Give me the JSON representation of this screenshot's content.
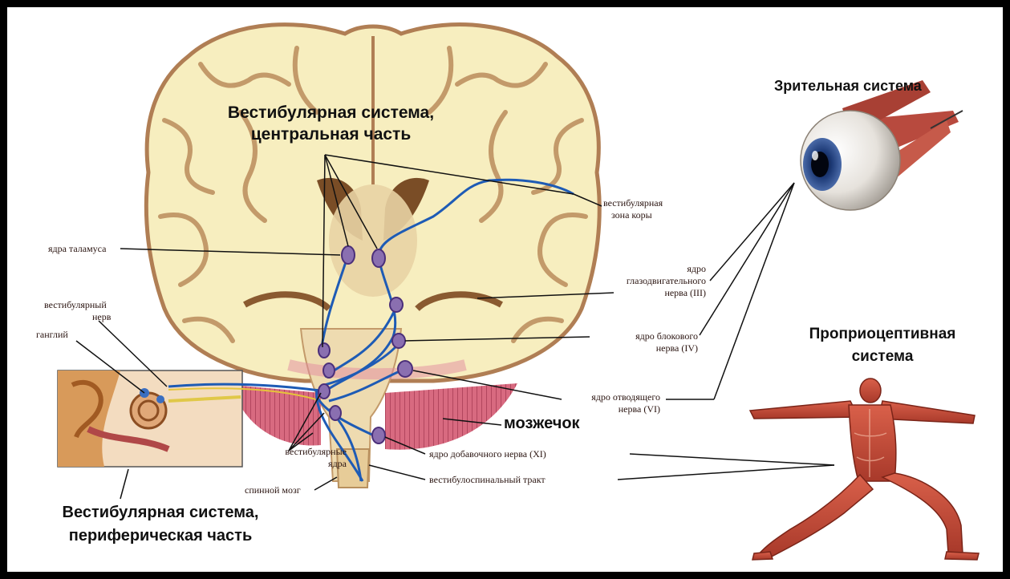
{
  "titles": {
    "vestibular_central_1": "Вестибулярная система,",
    "vestibular_central_2": "центральная часть",
    "visual_system": "Зрительная система",
    "proprio_1": "Проприоцептивная",
    "proprio_2": "система",
    "cerebellum": "мозжечок",
    "vestibular_peripheral_1": "Вестибулярная система,",
    "vestibular_peripheral_2": "периферическая часть"
  },
  "labels": {
    "cortex_zone_1": "вестибулярная",
    "cortex_zone_2": "зона коры",
    "thalamus_nuclei": "ядра таламуса",
    "oculomotor_1": "ядро",
    "oculomotor_2": "глазодвигательного",
    "oculomotor_3": "нерва (III)",
    "vestibular_nerve_1": "вестибулярный",
    "vestibular_nerve_2": "нерв",
    "ganglion": "ганглий",
    "trochlear_1": "ядро блокового",
    "trochlear_2": "нерва (IV)",
    "abducens_1": "ядро отводящего",
    "abducens_2": "нерва (VI)",
    "accessory": "ядро добавочного нерва (XI)",
    "vestibular_nuclei_1": "вестибулярные",
    "vestibular_nuclei_2": "ядра",
    "vestibulospinal": "вестибулоспинальный тракт",
    "spinal_cord": "спинной мозг"
  },
  "colors": {
    "brain_fill": "#f7eebf",
    "brain_outline": "#b07e54",
    "nerve_blue": "#1e5bb5",
    "cerebellum": "#d9687e",
    "muscle": "#c8503e",
    "nucleus": "#8a6fb0"
  }
}
